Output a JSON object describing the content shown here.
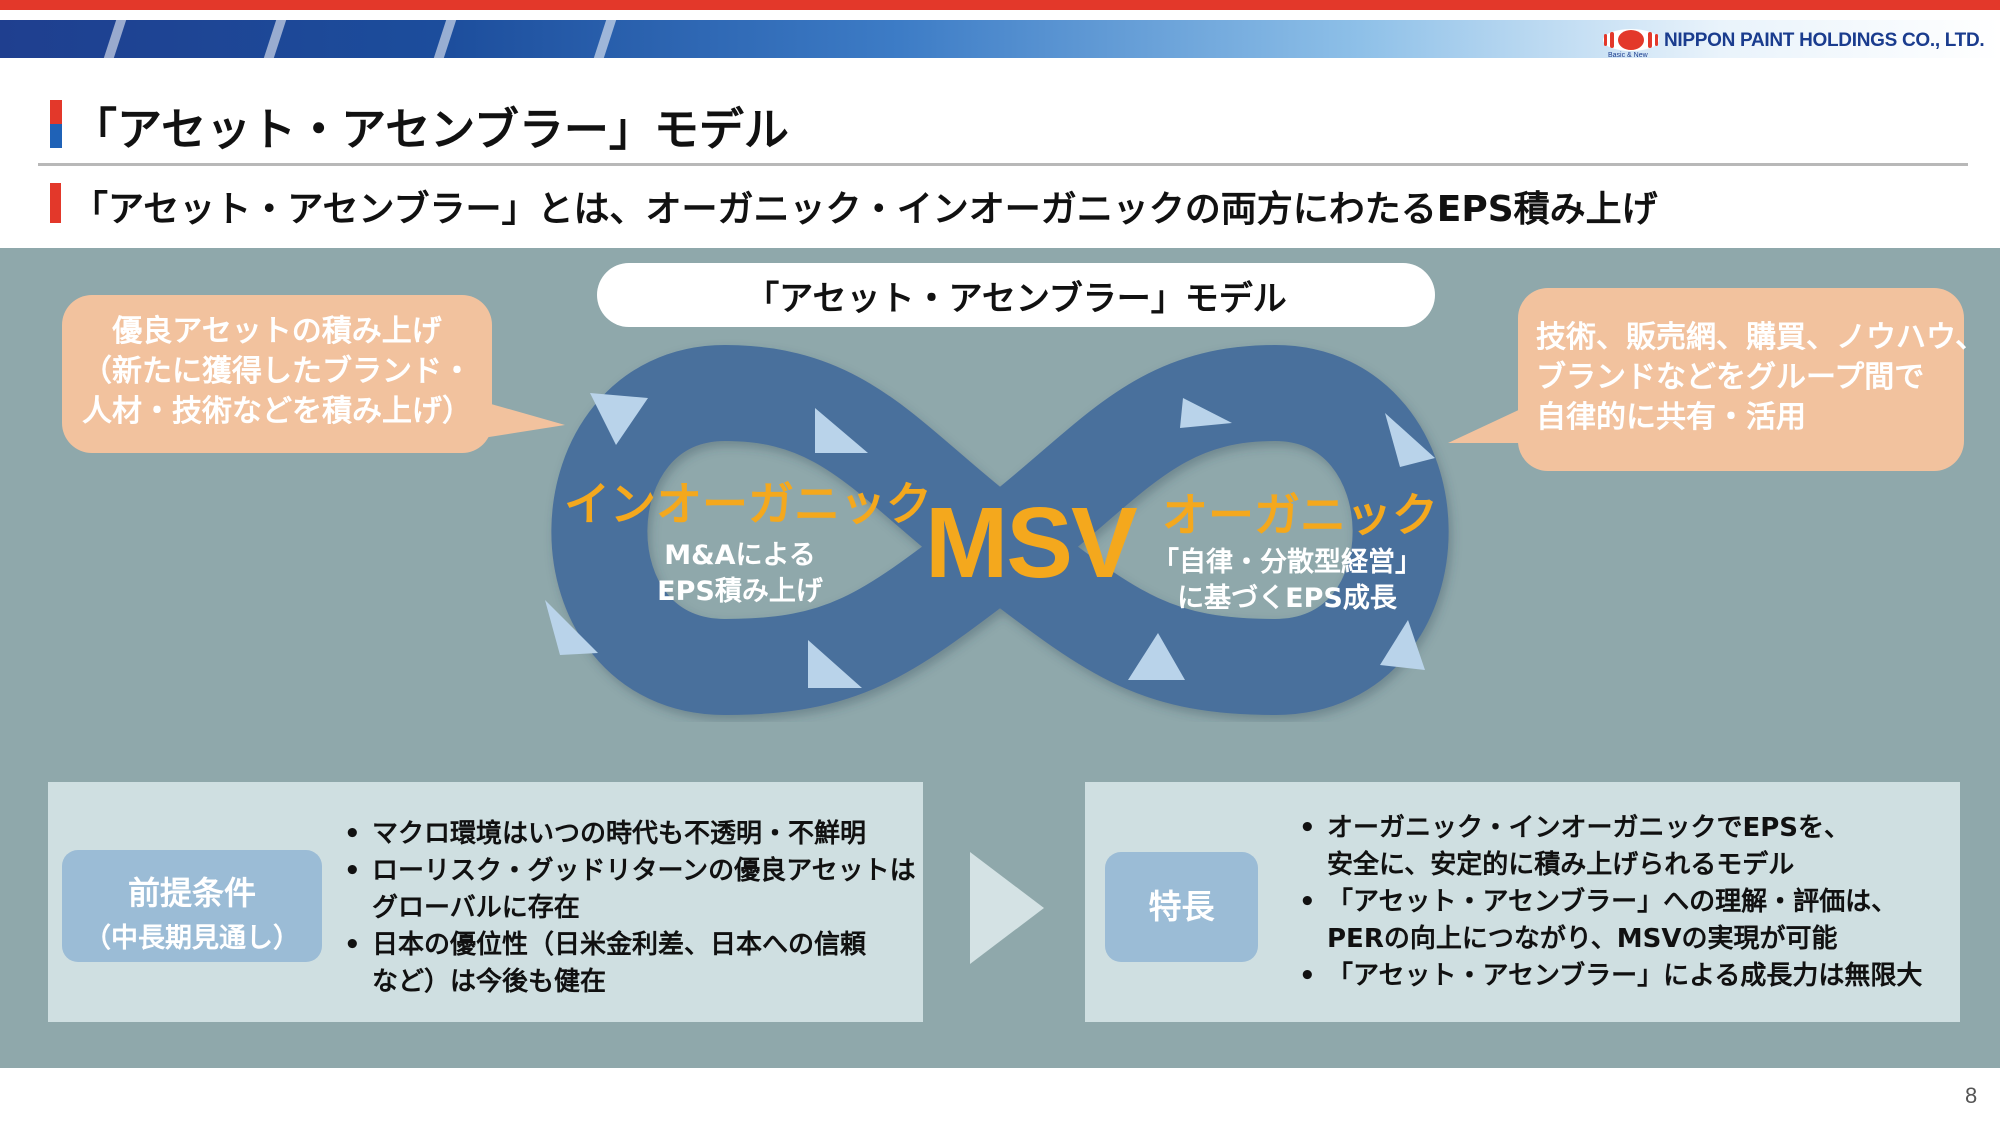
{
  "header": {
    "company": "NIPPON PAINT HOLDINGS CO., LTD.",
    "tagline": "Basic & New",
    "title": "「アセット・アセンブラー」モデル",
    "subtitle": "「アセット・アセンブラー」とは、オーガニック・インオーガニックの両方にわたるEPS積み上げ"
  },
  "diagram": {
    "model_label": "「アセット・アセンブラー」モデル",
    "center_label": "MSV",
    "left_loop": {
      "title": "インオーガニック",
      "desc": [
        "M&Aによる",
        "EPS積み上げ"
      ]
    },
    "right_loop": {
      "title": "オーガニック",
      "desc": [
        "「自律・分散型経営」",
        "に基づくEPS成長"
      ]
    },
    "left_bubble": [
      "優良アセットの積み上げ",
      "（新たに獲得したブランド・",
      "人材・技術などを積み上げ）"
    ],
    "right_bubble": [
      "技術、販売網、購買、ノウハウ、",
      "ブランドなどをグループ間で",
      "自律的に共有・活用"
    ]
  },
  "premise": {
    "tag": "前提条件",
    "tag_sub": "（中長期見通し）",
    "bullets": [
      [
        "マクロ環境はいつの時代も不透明・不鮮明"
      ],
      [
        "ローリスク・グッドリターンの優良アセットは",
        "グローバルに存在"
      ],
      [
        "日本の優位性（日米金利差、日本への信頼",
        "など）は今後も健在"
      ]
    ]
  },
  "features": {
    "tag": "特長",
    "bullets": [
      [
        "オーガニック・インオーガニックでEPSを、",
        "安全に、安定的に積み上げられるモデル"
      ],
      [
        "「アセット・アセンブラー」への理解・評価は、",
        "PERの向上につながり、MSVの実現が可能"
      ],
      [
        "「アセット・アセンブラー」による成長力は無限大"
      ]
    ]
  },
  "footer": {
    "page_number": "8"
  },
  "colors": {
    "accent_red": "#e3382a",
    "brand_blue": "#1f3f8f",
    "panel": "#8fa8ab",
    "loop": "#4a6f9c",
    "highlight": "#f4a81d",
    "bubble": "#f2c29e",
    "card": "#cfdfe1",
    "tag": "#9bbcd6"
  }
}
